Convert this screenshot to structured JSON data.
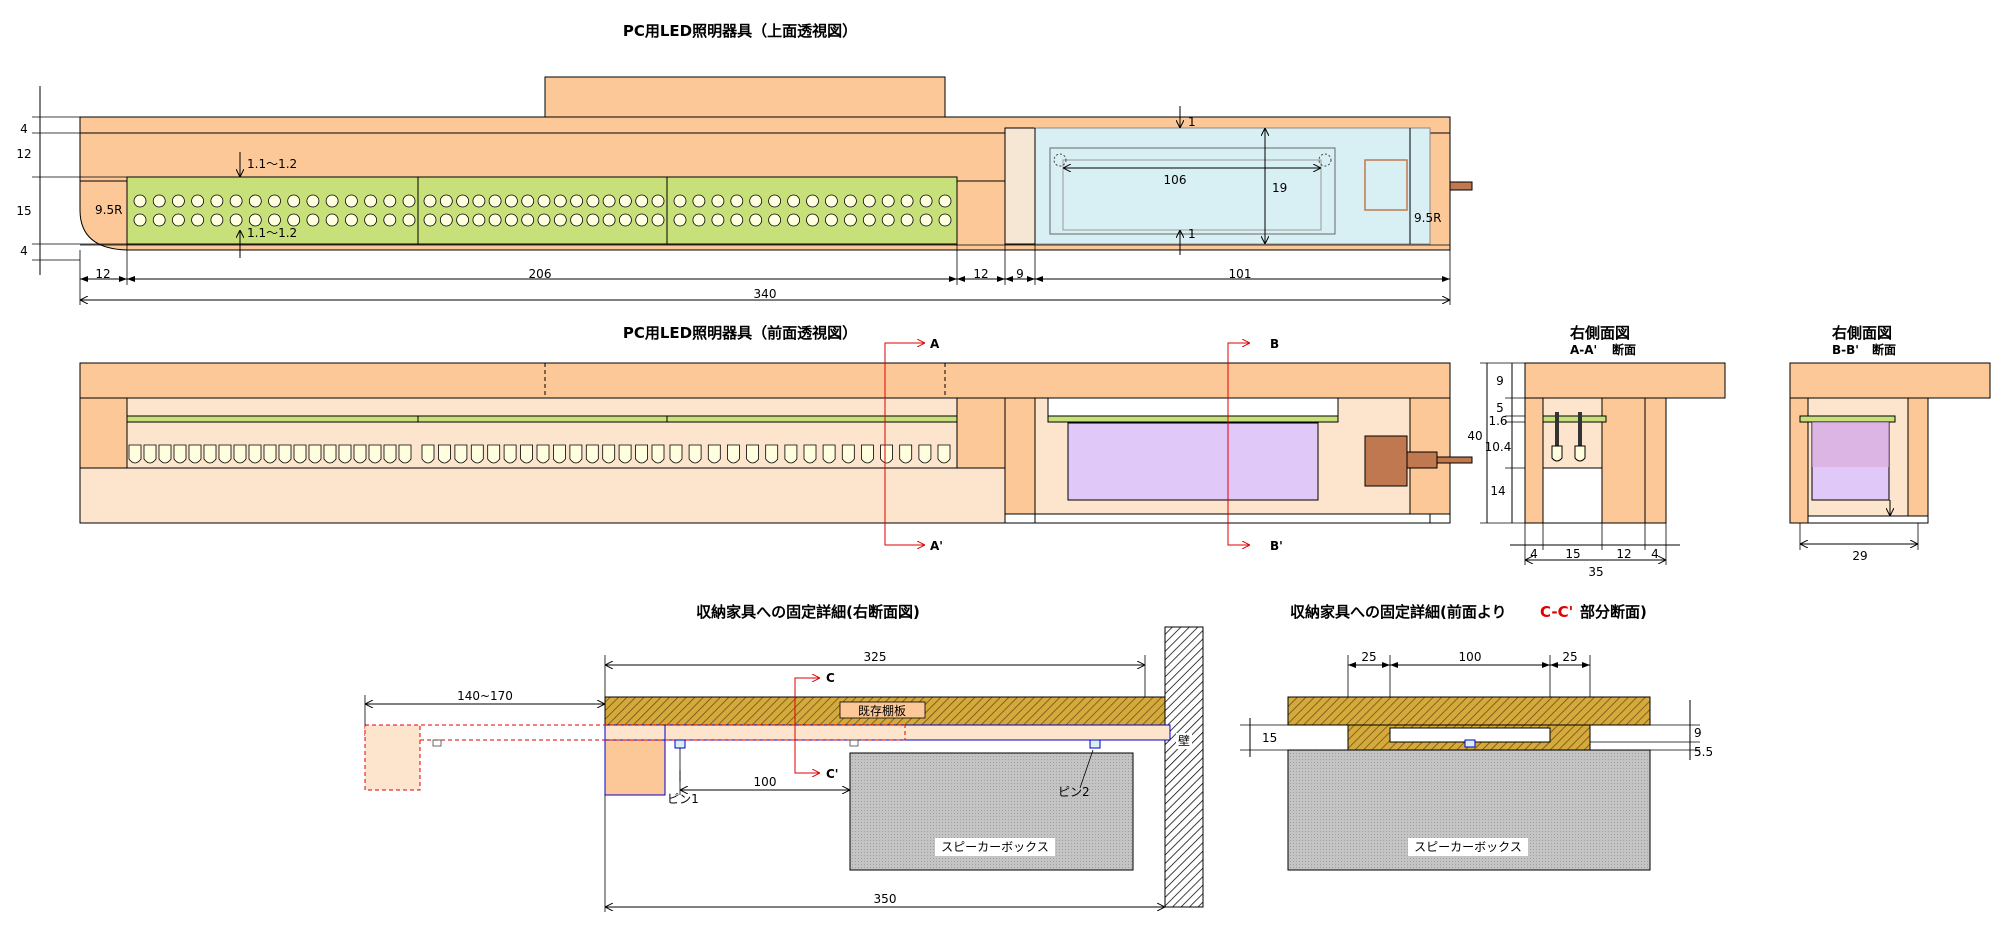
{
  "titles": {
    "top_view": "PC用LED照明器具（上面透視図）",
    "front_view": "PC用LED照明器具（前面透視図）",
    "right_side_a": "右側面図",
    "right_side_b": "右側面図",
    "mount_side": "収納家具への固定詳細(右断面図)",
    "mount_front_a": "収納家具への固定詳細(前面より",
    "mount_front_b": "C-C'",
    "mount_front_c": "部分断面)"
  },
  "section_labels": {
    "aa": "A-A'",
    "bb": "B-B'",
    "section_word": "断面",
    "a": "A",
    "a_prime": "A'",
    "b": "B",
    "b_prime": "B'",
    "c": "C",
    "c_prime": "C'"
  },
  "top_view_dims": {
    "d4a": "4",
    "d12": "12",
    "d15": "15",
    "d4b": "4",
    "r_left": "9.5R",
    "r_right": "9.5R",
    "hole1": "1.1～1.2",
    "hole2": "1.1～1.2",
    "b12a": "12",
    "b206": "206",
    "b12b": "12",
    "b9": "9",
    "b101": "101",
    "b340": "340",
    "p1a": "1",
    "p106": "106",
    "p19": "19",
    "p1b": "1"
  },
  "side_dims": {
    "s9": "9",
    "s5": "5",
    "s16": "1.6",
    "s104": "10.4",
    "s40": "40",
    "s14": "14",
    "w4a": "4",
    "w15": "15",
    "w12": "12",
    "w4b": "4",
    "w35": "35",
    "w29": "29"
  },
  "mount_dims": {
    "m325": "325",
    "m140": "140~170",
    "m100": "100",
    "m350": "350",
    "shelf": "既存棚板",
    "wall": "壁",
    "pin1": "ピン1",
    "pin2": "ピン2",
    "speaker": "スピーカーボックス",
    "f25a": "25",
    "f100": "100",
    "f25b": "25",
    "f15": "15",
    "f9": "9",
    "f55": "5.5",
    "speaker2": "スピーカーボックス"
  },
  "colors": {
    "wood": "#fcc897",
    "wood_light": "#fde4cc",
    "pcb": "#c8e07a",
    "led_fill": "#ffffe0",
    "power_box": "#d8f0f4",
    "purple": "#e0c8f8",
    "connector": "#c07850",
    "red": "#e00000",
    "hatch": "#c8a040",
    "speaker": "#c8c8c8"
  },
  "icons": [
    "arrow-icon",
    "hatch-pattern",
    "led-icon"
  ]
}
